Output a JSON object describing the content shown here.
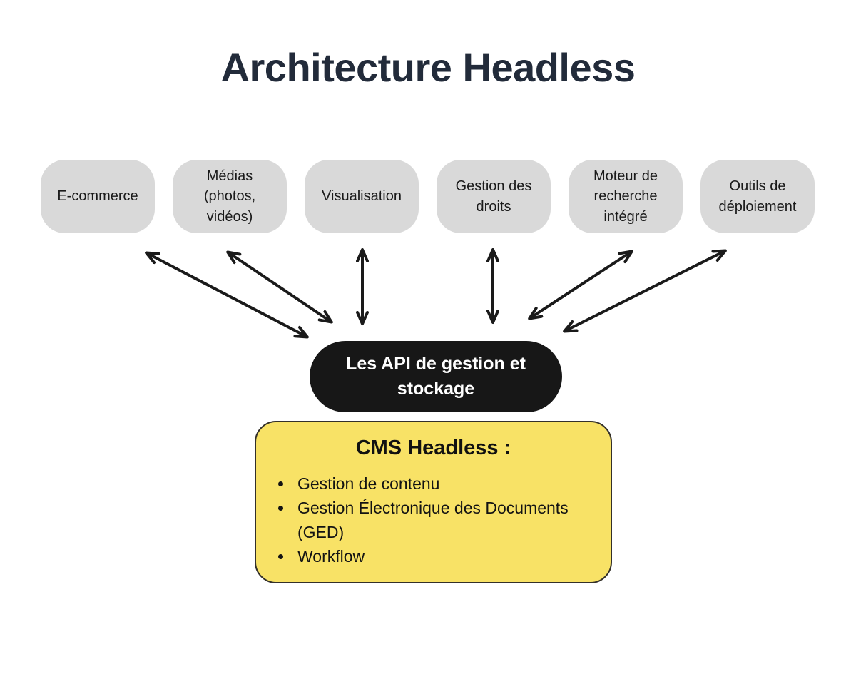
{
  "title": "Architecture Headless",
  "nodes": [
    {
      "label": "E-commerce"
    },
    {
      "label": "Médias (photos, vidéos)"
    },
    {
      "label": "Visualisation"
    },
    {
      "label": "Gestion des droits"
    },
    {
      "label": "Moteur de recherche intégré"
    },
    {
      "label": "Outils de déploiement"
    }
  ],
  "api_box": {
    "label": "Les API de gestion et stockage"
  },
  "cms_box": {
    "title": "CMS Headless :",
    "items": [
      "Gestion de contenu",
      "Gestion Électronique des Documents (GED)",
      "Workflow"
    ]
  },
  "connections": [
    {
      "from": "E-commerce",
      "to": "Les API de gestion et stockage",
      "direction": "bidirectional"
    },
    {
      "from": "Médias (photos, vidéos)",
      "to": "Les API de gestion et stockage",
      "direction": "bidirectional"
    },
    {
      "from": "Visualisation",
      "to": "Les API de gestion et stockage",
      "direction": "bidirectional"
    },
    {
      "from": "Gestion des droits",
      "to": "Les API de gestion et stockage",
      "direction": "bidirectional"
    },
    {
      "from": "Moteur de recherche intégré",
      "to": "Les API de gestion et stockage",
      "direction": "bidirectional"
    },
    {
      "from": "Outils de déploiement",
      "to": "Les API de gestion et stockage",
      "direction": "bidirectional"
    }
  ],
  "colors": {
    "background": "#ffffff",
    "title_text": "#222b3a",
    "node_fill": "#d9d9d9",
    "node_text": "#1a1a1a",
    "api_fill": "#171717",
    "api_text": "#ffffff",
    "cms_fill": "#f8e266",
    "cms_border": "#33302a",
    "arrow": "#1a1a1a"
  }
}
